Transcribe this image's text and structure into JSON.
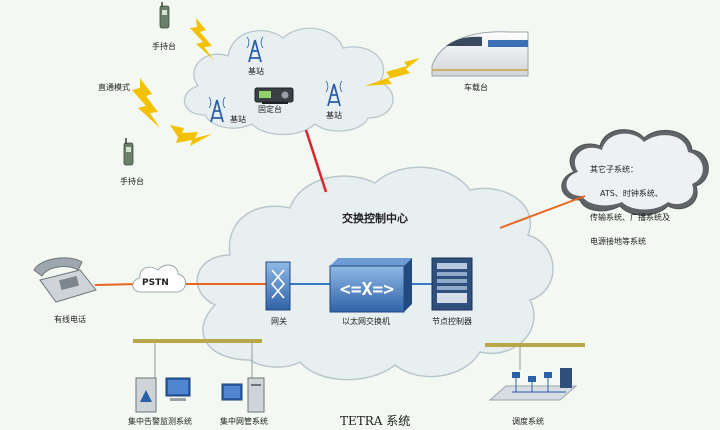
{
  "diagram": {
    "title": "TETRA 系统",
    "center_label": "交换控制中心",
    "radio_cloud": {
      "base_station_label": "基站",
      "fixed_station_label": "固定台"
    },
    "handset_label": "手持台",
    "direct_mode_label": "直通模式",
    "train_label": "车载台",
    "other_systems": {
      "heading": "其它子系统：",
      "lines": [
        "ATS、时钟系统、",
        "传输系统、广播系统及",
        "电源接地等系统"
      ]
    },
    "pstn_label": "PSTN",
    "phone_label": "有线电话",
    "gateway_label": "网关",
    "switch_label": "以太网交换机",
    "node_controller_label": "节点控制器",
    "alarm_system_label": "集中告警监测系统",
    "nms_label": "集中网管系统",
    "dispatch_label": "调度系统",
    "colors": {
      "cloud_fill": "#e8eff1",
      "cloud_stroke": "#b9c6cc",
      "red_link": "#d9262c",
      "orange_link": "#e86420",
      "blue_link": "#3b78c4",
      "lightning": "#f2c200",
      "bus": "#b8a74a",
      "device_blue": "#2b5fa7"
    }
  }
}
